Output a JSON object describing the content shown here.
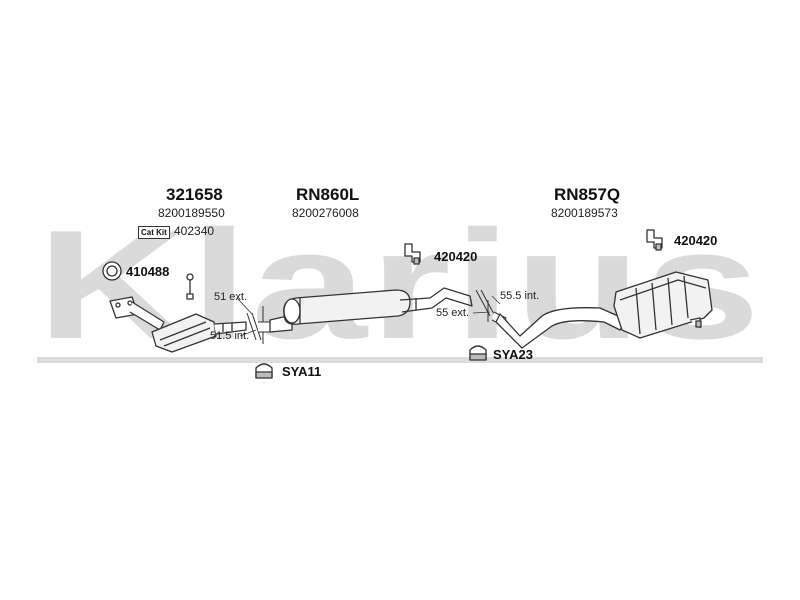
{
  "watermark": {
    "text": "Klarius",
    "color": "#d6d6d6"
  },
  "parts": {
    "front": {
      "part_number": "321658",
      "oem_number": "8200189550",
      "cat_kit_label": "Cat Kit",
      "cat_kit_number": "402340"
    },
    "middle": {
      "part_number": "RN860L",
      "oem_number": "8200276008"
    },
    "rear": {
      "part_number": "RN857Q",
      "oem_number": "8200189573"
    }
  },
  "fittings": {
    "gasket": "410488",
    "bracket_mid": "420420",
    "bracket_rear": "420420",
    "clamp_front": "SYA11",
    "clamp_rear": "SYA23"
  },
  "dimensions": {
    "front_ext": "51 ext.",
    "front_int": "51.5 int.",
    "rear_ext": "55 ext.",
    "rear_int": "55.5 int."
  },
  "colors": {
    "line": "#333333",
    "fill_light": "#f2f2f2",
    "fill_shade": "#bdbdbd"
  }
}
